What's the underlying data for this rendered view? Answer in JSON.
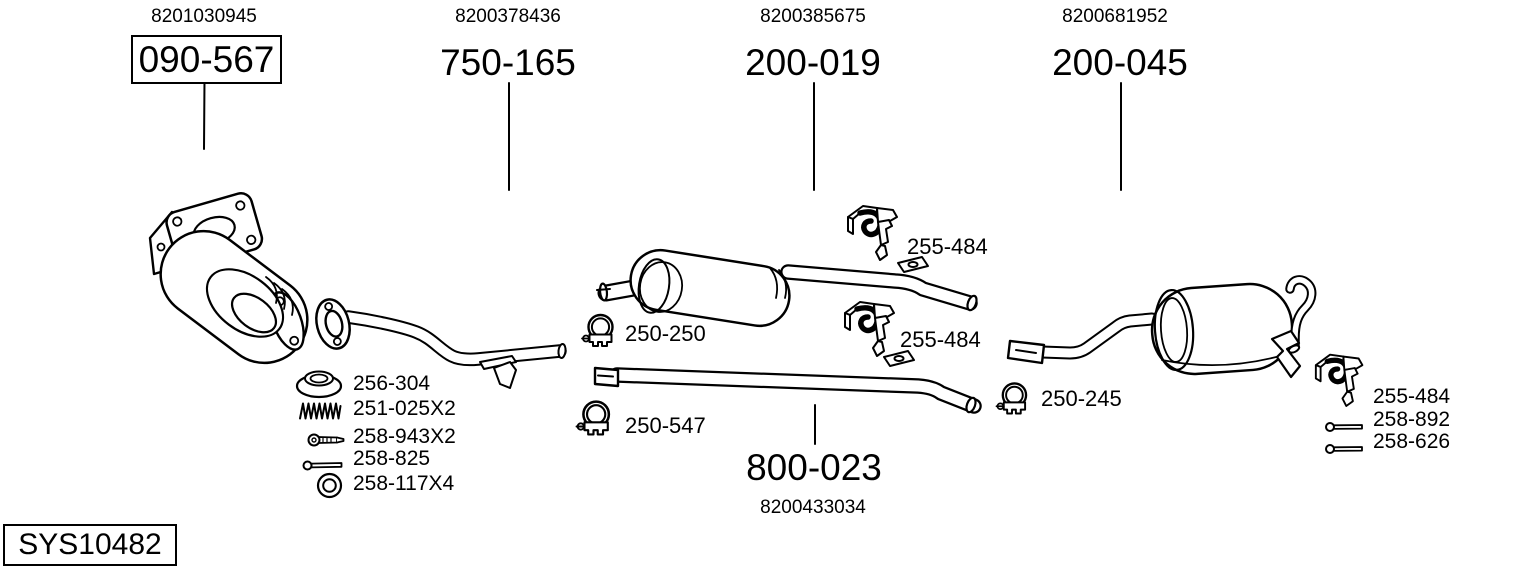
{
  "figure": {
    "kind": "exhaust-system-parts-diagram"
  },
  "colors": {
    "ink": "#000000",
    "background": "#ffffff"
  },
  "assemblies": [
    {
      "oem": "8201030945",
      "part": "090-567",
      "boxed": true
    },
    {
      "oem": "8200378436",
      "part": "750-165",
      "boxed": false
    },
    {
      "oem": "8200385675",
      "part": "200-019",
      "boxed": false
    },
    {
      "oem": "8200681952",
      "part": "200-045",
      "boxed": false
    },
    {
      "oem": "8200433034",
      "part": "800-023",
      "boxed": false
    }
  ],
  "hardware_left": [
    {
      "icon": "gasket-ring-icon",
      "label": "256-304"
    },
    {
      "icon": "spring-icon",
      "label": "251-025X2"
    },
    {
      "icon": "bolt-icon",
      "label": "258-943X2"
    },
    {
      "icon": "bolt-icon",
      "label": "258-825"
    },
    {
      "icon": "washer-icon",
      "label": "258-117X4"
    }
  ],
  "callouts": {
    "hanger_upper": "255-484",
    "clamp_center": "250-250",
    "hanger_lower": "255-484",
    "clamp_center_pipe": "250-547",
    "clamp_rear": "250-245"
  },
  "hardware_right": [
    {
      "icon": "hanger-icon",
      "label": "255-484"
    },
    {
      "icon": "bolt-icon",
      "label": "258-892"
    },
    {
      "icon": "bolt-icon",
      "label": "258-626"
    }
  ],
  "system_code": "SYS10482"
}
